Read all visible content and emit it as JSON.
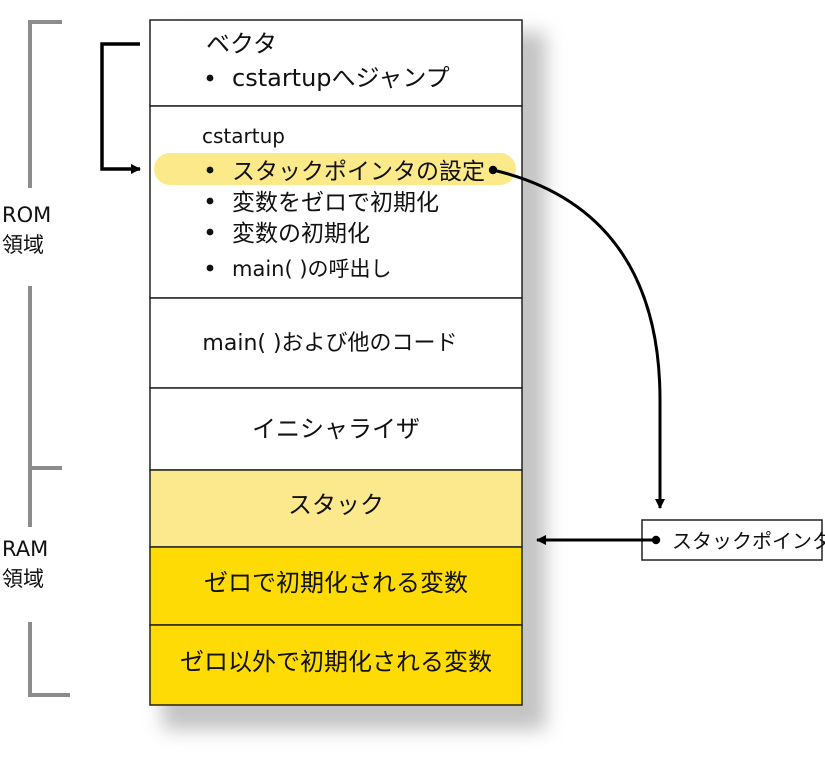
{
  "rom_label": [
    "ROM",
    "領域"
  ],
  "ram_label": [
    "RAM",
    "領域"
  ],
  "blocks": {
    "vector": {
      "title": "ベクタ",
      "items": [
        "cstartupへジャンプ"
      ]
    },
    "cstartup": {
      "title": "cstartup",
      "items": [
        "スタックポインタの設定",
        "変数をゼロで初期化",
        "変数の初期化",
        "main( )の呼出し"
      ]
    },
    "main_code": "main( )および他のコード",
    "initializer": "イニシャライザ",
    "stack": "スタック",
    "zero_vars": "ゼロで初期化される変数",
    "nonzero_vars": "ゼロ以外で初期化される変数"
  },
  "stack_pointer_label": "スタックポインタ",
  "colors": {
    "highlight": "#fce98a",
    "stack_fill": "#fde98d",
    "ram_fill": "#fedb04",
    "bracket": "#8c8c8c",
    "shadow": "#c4c4c4"
  }
}
